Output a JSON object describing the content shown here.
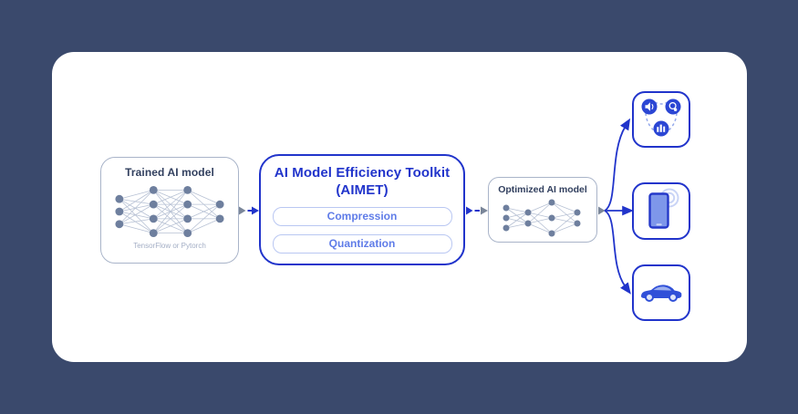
{
  "diagram": {
    "trained_model": {
      "title": "Trained AI model",
      "caption": "TensorFlow or Pytorch"
    },
    "aimet": {
      "title_line1": "AI Model Efficiency Toolkit",
      "title_line2": "(AIMET)",
      "capabilities": [
        {
          "label": "Compression"
        },
        {
          "label": "Quantization"
        }
      ]
    },
    "optimized_model": {
      "title": "Optimized AI model"
    },
    "targets": [
      {
        "name": "iot-devices"
      },
      {
        "name": "smartphone"
      },
      {
        "name": "car"
      }
    ]
  },
  "colors": {
    "background": "#3a496c",
    "card": "#ffffff",
    "accent_blue": "#2134cb",
    "medium_blue": "#5f7ce8",
    "light_blue_border": "#b9c7f2",
    "dark_text": "#32405f",
    "muted_caption": "#a3aec5",
    "gray_border": "#a9b4c9",
    "node_fill": "#6e7f9e",
    "edge_line": "#b7c1d4",
    "gray_arrow": "#7a8699",
    "icon_fill": "#2b46d4"
  }
}
